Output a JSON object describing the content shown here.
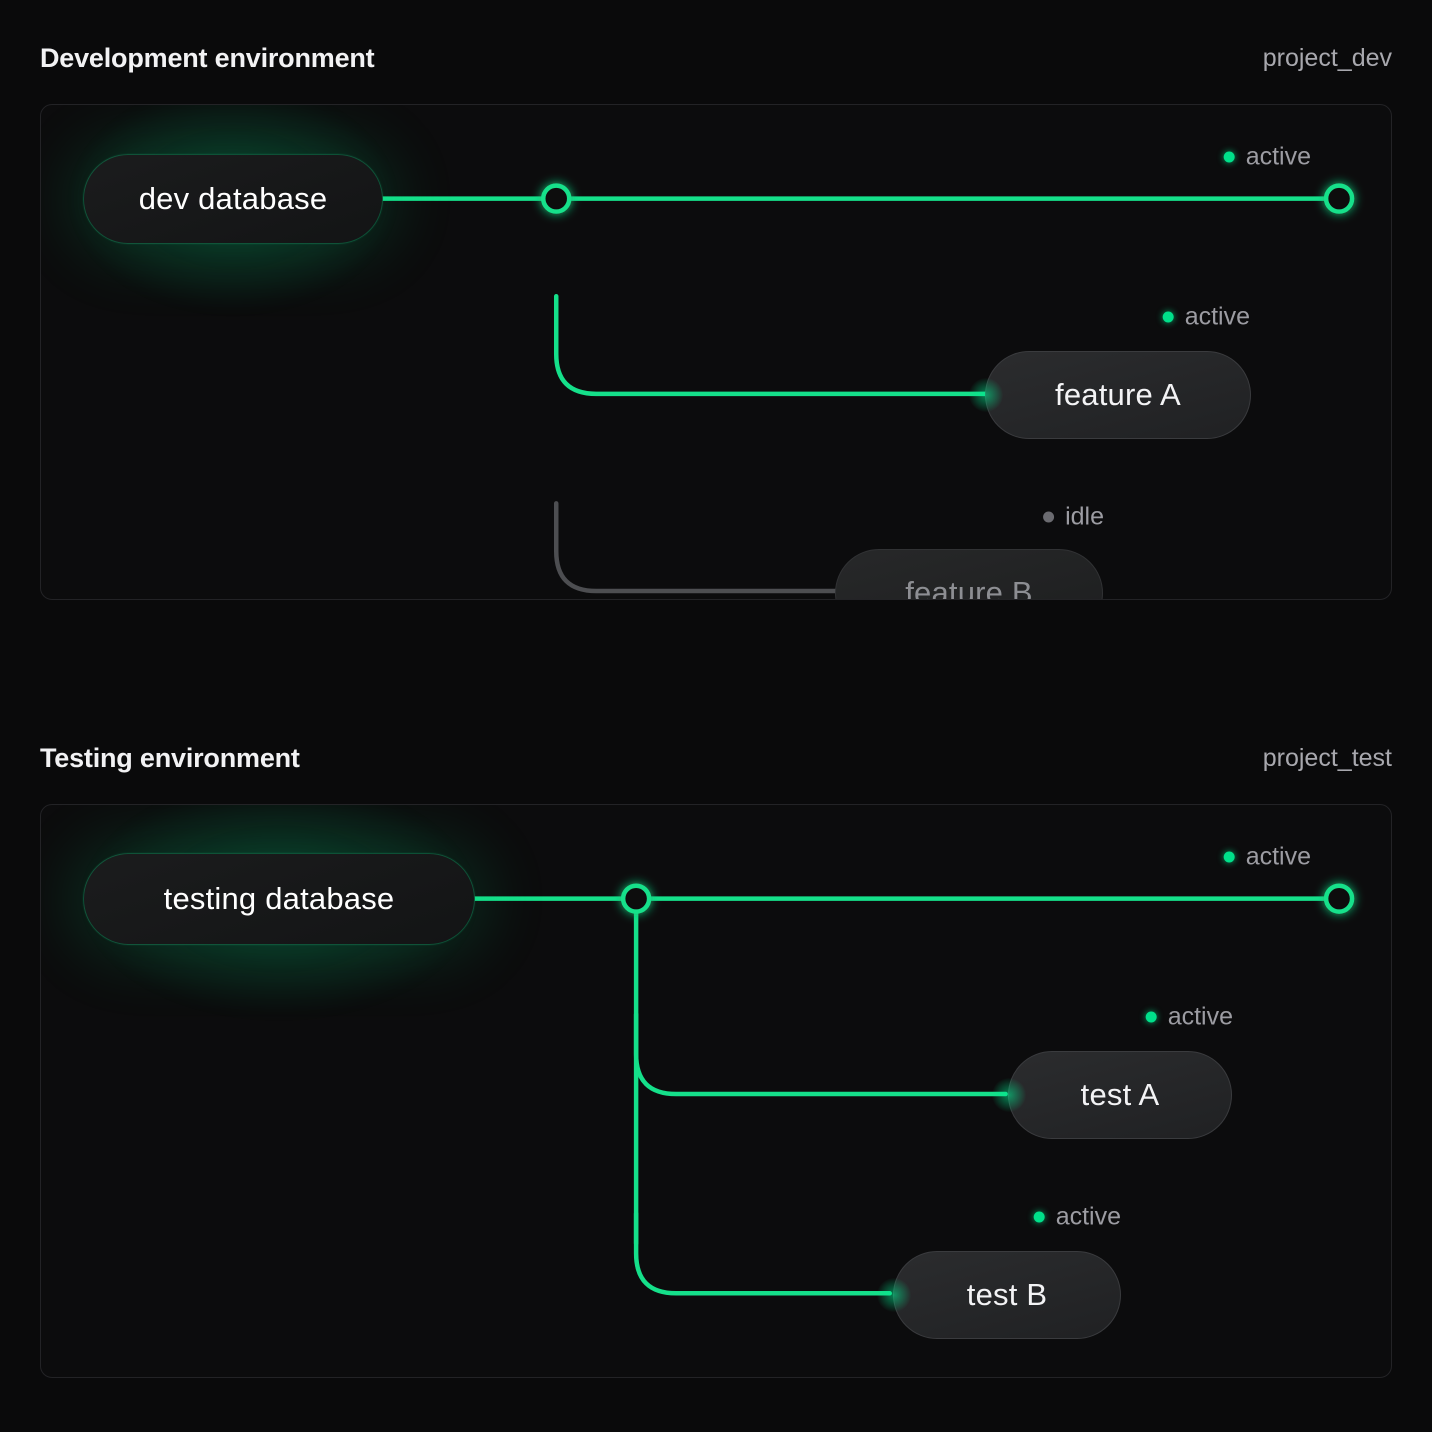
{
  "theme": {
    "background": "#0a0a0b",
    "panel_bg": "#0c0c0d",
    "panel_border": "#232326",
    "accent_green": "#00e08a",
    "edge_green": "#15e08a",
    "edge_idle": "#4d4e51",
    "text_primary": "#f2f2f4",
    "text_muted": "#a8a8ae",
    "text_idle": "#8d8e93"
  },
  "sections": [
    {
      "id": "development",
      "title": "Development environment",
      "subtitle": "project_dev",
      "source": {
        "label": "dev database",
        "state": "active"
      },
      "trunk_status": {
        "label": "active",
        "state": "active"
      },
      "targets": [
        {
          "label": "feature A",
          "state": "active",
          "status_label": "active"
        },
        {
          "label": "feature B",
          "state": "idle",
          "status_label": "idle"
        }
      ]
    },
    {
      "id": "testing",
      "title": "Testing environment",
      "subtitle": "project_test",
      "source": {
        "label": "testing database",
        "state": "active"
      },
      "trunk_status": {
        "label": "active",
        "state": "active"
      },
      "targets": [
        {
          "label": "test A",
          "state": "active",
          "status_label": "active"
        },
        {
          "label": "test B",
          "state": "active",
          "status_label": "active"
        }
      ]
    }
  ]
}
